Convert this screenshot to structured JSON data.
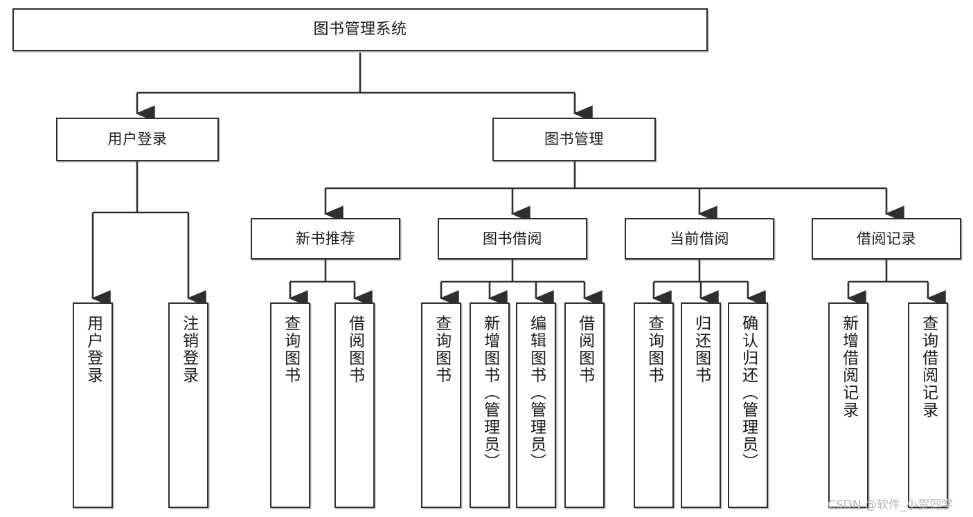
{
  "diagram": {
    "type": "hierarchy-tree",
    "title": "图书管理系统",
    "root": {
      "label": "图书管理系统"
    },
    "level2": [
      {
        "label": "用户登录"
      },
      {
        "label": "图书管理"
      }
    ],
    "level3": [
      {
        "label": "新书推荐"
      },
      {
        "label": "图书借阅"
      },
      {
        "label": "当前借阅"
      },
      {
        "label": "借阅记录"
      }
    ],
    "leaves": {
      "user_login": [
        {
          "label": "用户登录"
        },
        {
          "label": "注销登录"
        }
      ],
      "new_book_recommend": [
        {
          "label": "查询图书"
        },
        {
          "label": "借阅图书"
        }
      ],
      "book_borrow": [
        {
          "label": "查询图书"
        },
        {
          "label": "新增图书（管理员）"
        },
        {
          "label": "编辑图书（管理员）"
        },
        {
          "label": "借阅图书"
        }
      ],
      "current_borrow": [
        {
          "label": "查询图书"
        },
        {
          "label": "归还图书"
        },
        {
          "label": "确认归还（管理员）"
        }
      ],
      "borrow_record": [
        {
          "label": "新增借阅记录"
        },
        {
          "label": "查询借阅记录"
        }
      ]
    }
  },
  "watermark": {
    "text": "CSDN @软件_小贺同学"
  },
  "colors": {
    "stroke": "#2f2f2f",
    "fill": "#ffffff",
    "text": "#1a1a1a",
    "watermark": "#b4b4b4"
  }
}
